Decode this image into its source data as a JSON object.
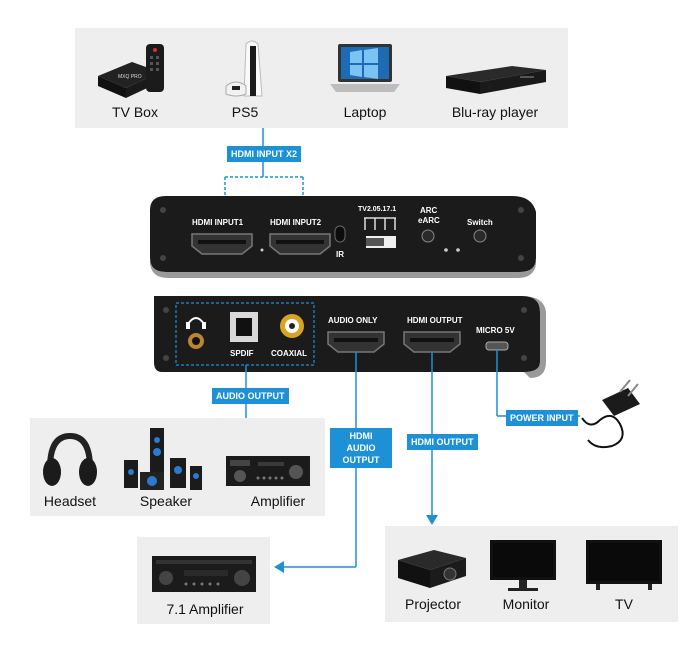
{
  "sources": [
    {
      "label": "TV Box",
      "icon": "tv-box-icon"
    },
    {
      "label": "PS5",
      "icon": "ps5-console-icon"
    },
    {
      "label": "Laptop",
      "icon": "laptop-icon"
    },
    {
      "label": "Blu-ray player",
      "icon": "bluray-player-icon"
    }
  ],
  "tags": {
    "hdmi_input": "HDMI INPUT X2",
    "audio_output": "AUDIO OUTPUT",
    "hdmi_audio_output": "HDMI AUDIO OUTPUT",
    "hdmi_output": "HDMI OUTPUT",
    "power_input": "POWER INPUT"
  },
  "front_panel": {
    "hdmi_input1": "HDMI INPUT1",
    "hdmi_input2": "HDMI INPUT2",
    "ir": "IR",
    "tv_version": "TV2.05.17.1",
    "arc": "ARC",
    "earc": "eARC",
    "switch": "Switch"
  },
  "back_panel": {
    "spdif": "SPDIF",
    "coaxial": "COAXIAL",
    "audio_only": "AUDIO ONLY",
    "hdmi_output": "HDMI OUTPUT",
    "micro5v": "MICRO 5V"
  },
  "audio_devices": [
    {
      "label": "Headset",
      "icon": "headset-icon"
    },
    {
      "label": "Speaker",
      "icon": "speaker-icon"
    },
    {
      "label": "Amplifier",
      "icon": "amplifier-icon"
    }
  ],
  "amp71": {
    "label": "7.1 Amplifier",
    "icon": "receiver-icon"
  },
  "display_devices": [
    {
      "label": "Projector",
      "icon": "projector-icon"
    },
    {
      "label": "Monitor",
      "icon": "monitor-icon"
    },
    {
      "label": "TV",
      "icon": "tv-icon"
    }
  ],
  "colors": {
    "accent": "#1e90d6",
    "device_body": "#1a1a1a",
    "panel_bg": "#eeeeee"
  }
}
